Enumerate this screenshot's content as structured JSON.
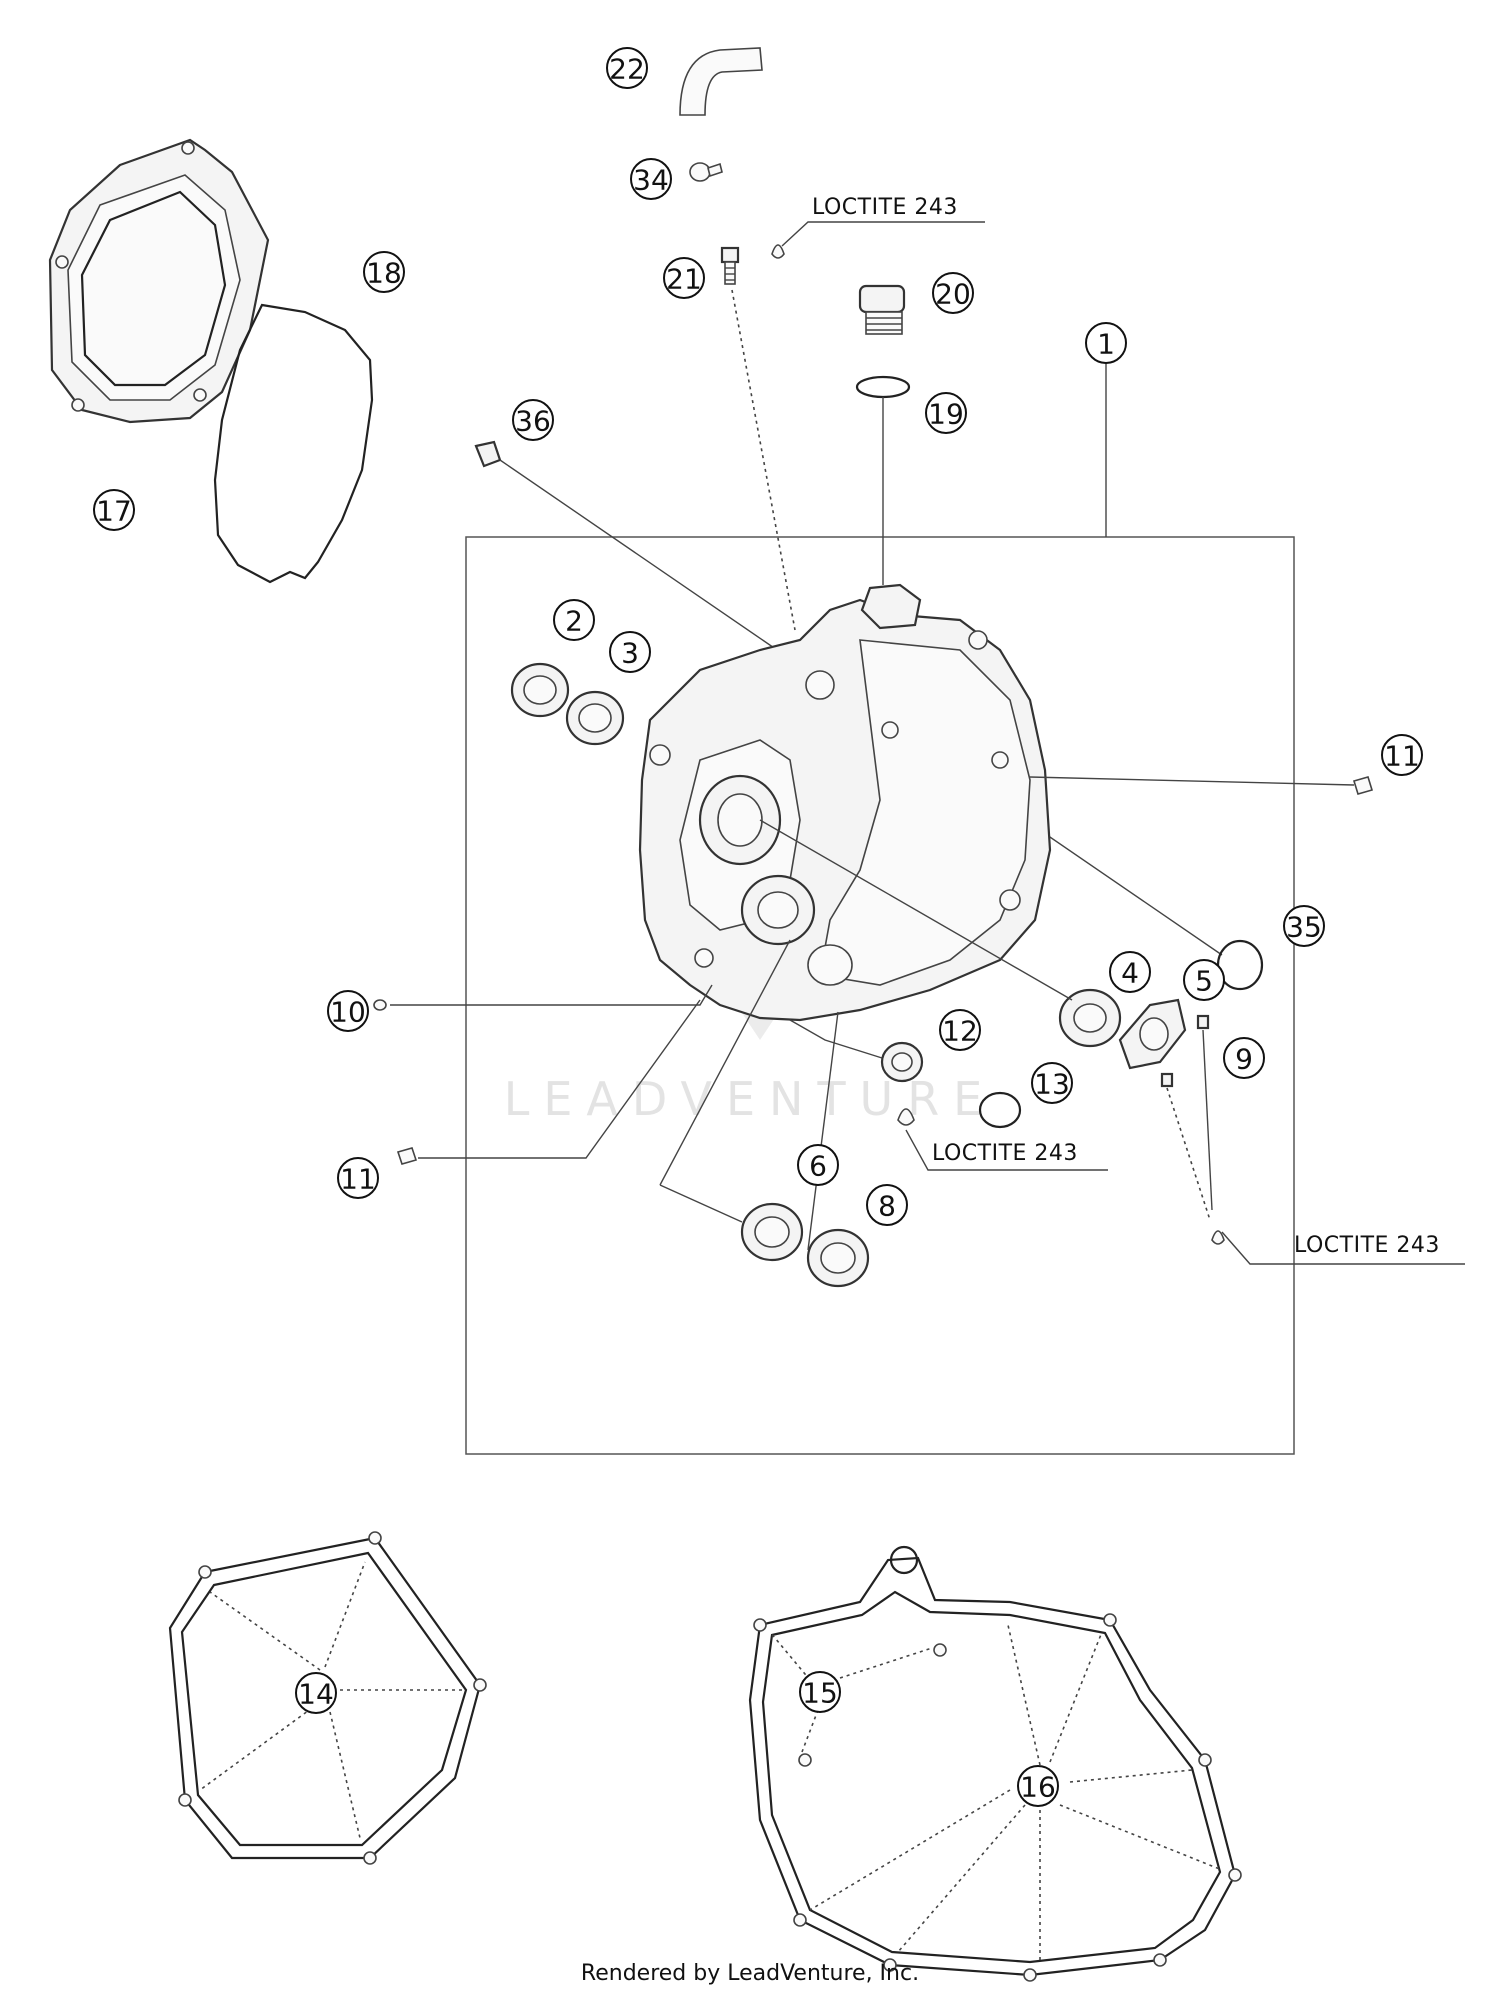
{
  "notes": {
    "loctite": "LOCTITE 243"
  },
  "callouts": {
    "c1": "1",
    "c2": "2",
    "c3": "3",
    "c4": "4",
    "c5": "5",
    "c6": "6",
    "c8": "8",
    "c9": "9",
    "c10": "10",
    "c11a": "11",
    "c11b": "11",
    "c12": "12",
    "c13": "13",
    "c14": "14",
    "c15": "15",
    "c16": "16",
    "c17": "17",
    "c18": "18",
    "c19": "19",
    "c20": "20",
    "c21": "21",
    "c22": "22",
    "c34": "34",
    "c35": "35",
    "c36": "36"
  },
  "watermark": "LEADVENTURE",
  "footer": "Rendered by LeadVenture, Inc."
}
